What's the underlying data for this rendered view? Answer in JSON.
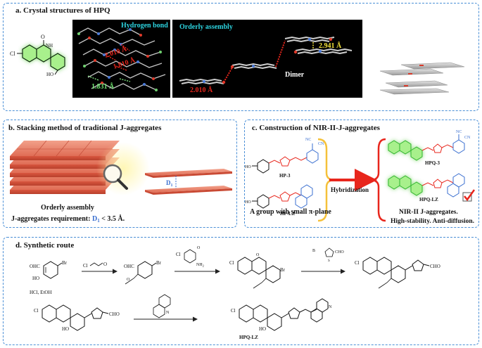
{
  "panel_a": {
    "title": "a. Crystal structures of HPQ",
    "hydrogen_bond": "Hydrogen bond",
    "orderly_assembly": "Orderly assembly",
    "d1": "2.010 Å",
    "d2": "1.810 Å",
    "d3": "1.831 Å",
    "d4": "2.941 Å",
    "d5": "2.010 Å",
    "dimer": "Dimer",
    "atom_cl": "Cl",
    "atom_o": "O",
    "atom_nh": "NH",
    "atom_n": "N",
    "atom_h": "H",
    "atom_oh": "HO"
  },
  "panel_b": {
    "title": "b. Stacking method of traditional J-aggregates",
    "orderly_assembly": "Orderly assembly",
    "requirement_prefix": "J-aggregates requirement: ",
    "requirement_symbol": "D",
    "requirement_sub": "1",
    "requirement_suffix": " < 3.5 Å.",
    "d_label": "D",
    "d_sub": "1"
  },
  "panel_c": {
    "title": "c. Construction of NIR-II-J-aggregates",
    "hp3": "HP-3",
    "hplz": "HP-LZ",
    "hybridization": "Hybridization",
    "hpq3": "HPQ-3",
    "hpqlz": "HPQ-LZ",
    "left_caption": "A group with small π-plane",
    "right_caption_1": "NIR-II J-aggregates.",
    "right_caption_2": "High-stability. Anti-diffusion.",
    "cn": "CN",
    "nc": "NC",
    "ho": "HO"
  },
  "panel_d": {
    "title": "d. Synthetic route",
    "reagent_1": "HCl, EtOH",
    "product_label": "HPQ-LZ",
    "ohc": "OHC",
    "br": "Br",
    "ho": "HO",
    "cl": "Cl",
    "nh2": "NH",
    "nh2_sub": "2",
    "nh": "NH",
    "n": "N",
    "o": "O",
    "cho": "CHO",
    "b": "B",
    "s": "S",
    "oh": "OH"
  }
}
